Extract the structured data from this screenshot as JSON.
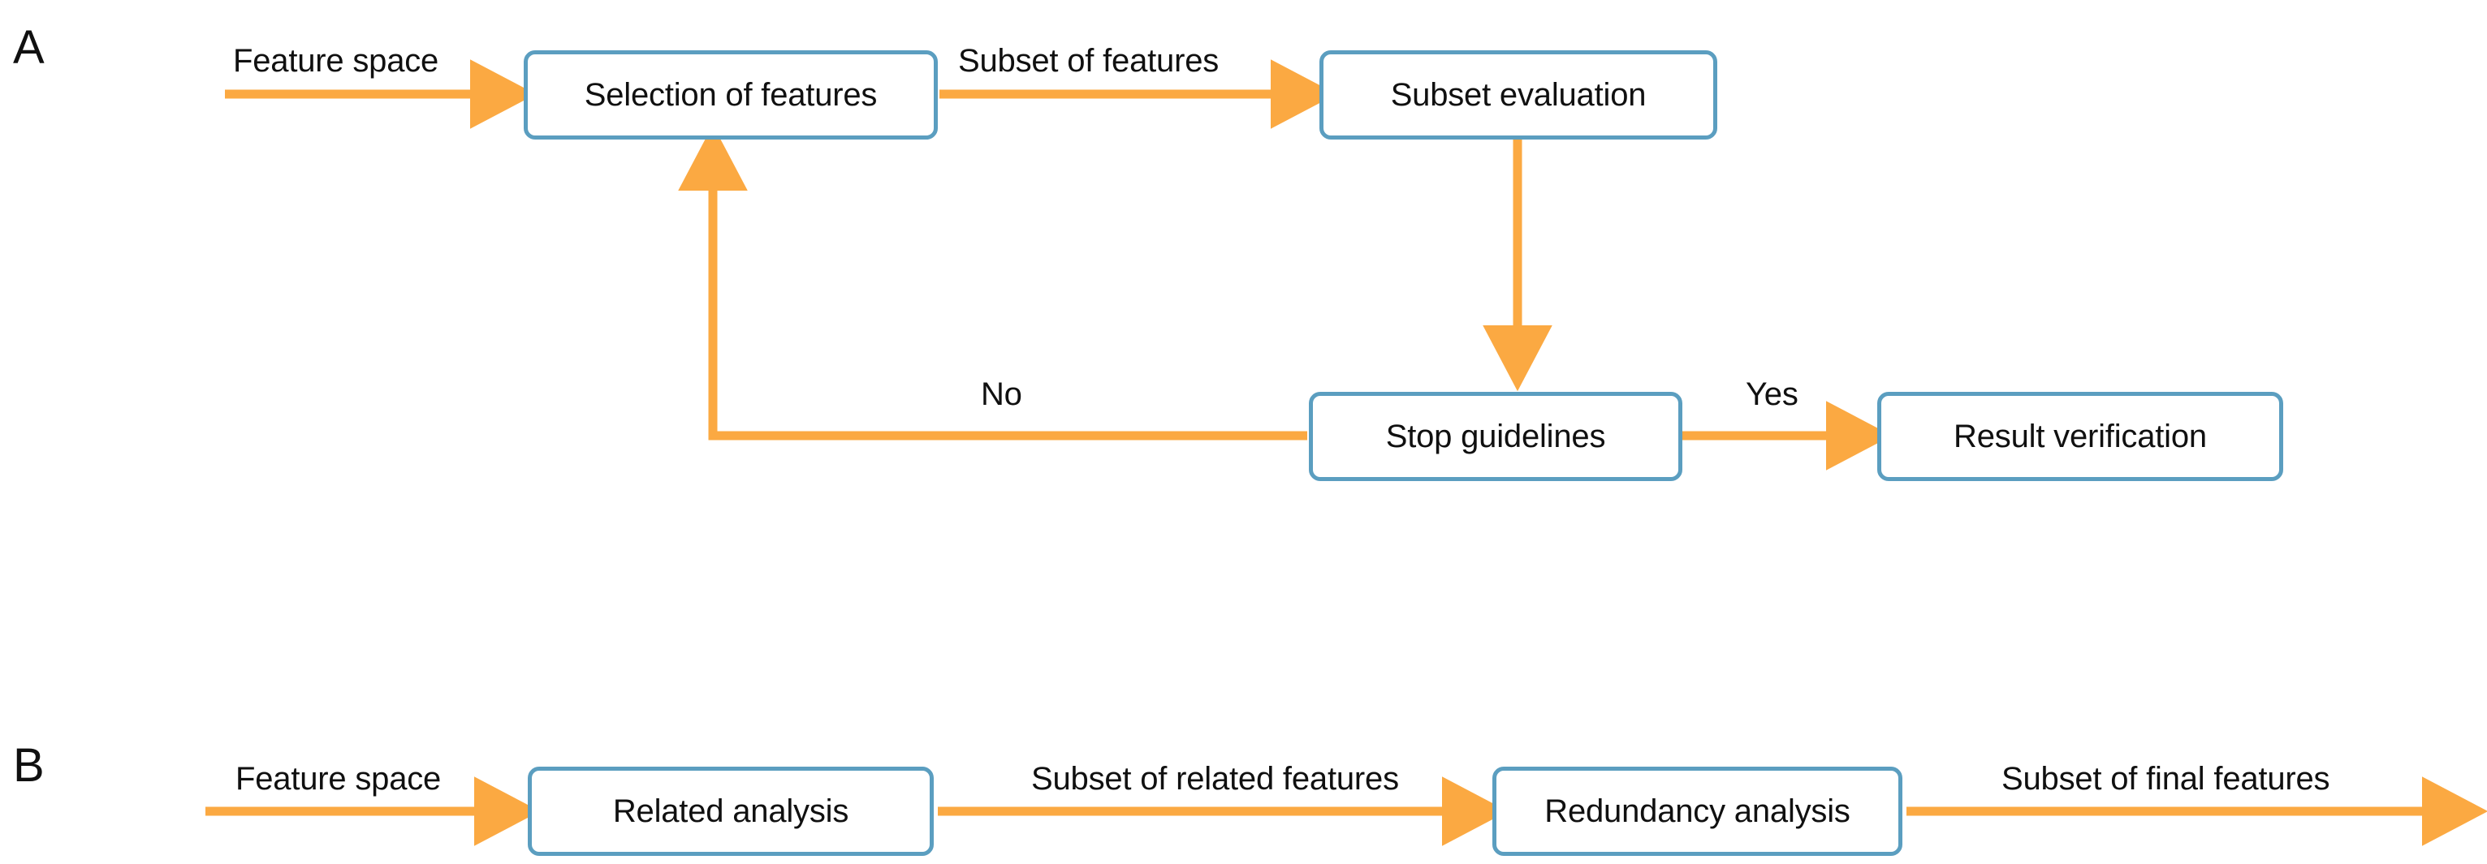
{
  "figure": {
    "background_color": "#ffffff",
    "node_border_color": "#5b9ec0",
    "arrow_color": "#fba942",
    "text_color": "#101010"
  },
  "panels": [
    {
      "letter": "A",
      "nodes": [
        {
          "id": "selection-of-features",
          "label": "Selection of features"
        },
        {
          "id": "subset-evaluation",
          "label": "Subset evaluation"
        },
        {
          "id": "stop-guidelines",
          "label": "Stop guidelines"
        },
        {
          "id": "result-verification",
          "label": "Result verification"
        }
      ],
      "edge_labels": [
        {
          "id": "feature-space",
          "text": "Feature space"
        },
        {
          "id": "subset-of-features",
          "text": "Subset of features"
        },
        {
          "id": "no",
          "text": "No"
        },
        {
          "id": "yes",
          "text": "Yes"
        }
      ]
    },
    {
      "letter": "B",
      "nodes": [
        {
          "id": "related-analysis",
          "label": "Related analysis"
        },
        {
          "id": "redundancy-analysis",
          "label": "Redundancy analysis"
        }
      ],
      "edge_labels": [
        {
          "id": "feature-space",
          "text": "Feature space"
        },
        {
          "id": "subset-of-related-features",
          "text": "Subset of related features"
        },
        {
          "id": "subset-of-final-features",
          "text": "Subset of final features"
        }
      ]
    }
  ]
}
